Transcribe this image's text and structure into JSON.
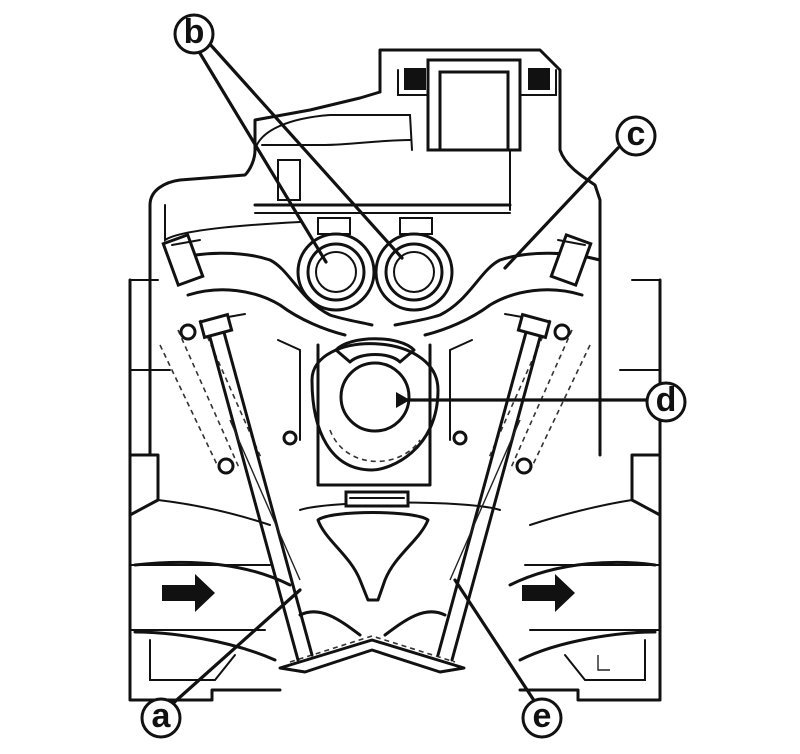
{
  "callouts": {
    "a": "a",
    "b": "b",
    "c": "c",
    "d": "d",
    "e": "e"
  },
  "colors": {
    "line": "#111111",
    "background": "#ffffff"
  }
}
